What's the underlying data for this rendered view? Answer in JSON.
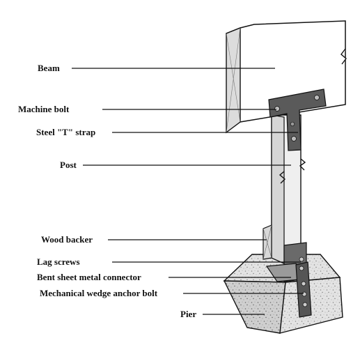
{
  "diagram": {
    "labels": {
      "beam": "Beam",
      "machine_bolt": "Machine bolt",
      "steel_t_strap": "Steel \"T\" strap",
      "post": "Post",
      "wood_backer": "Wood backer",
      "lag_screws": "Lag screws",
      "bent_connector": "Bent sheet metal connector",
      "wedge_anchor": "Mechanical wedge anchor bolt",
      "pier": "Pier"
    }
  }
}
